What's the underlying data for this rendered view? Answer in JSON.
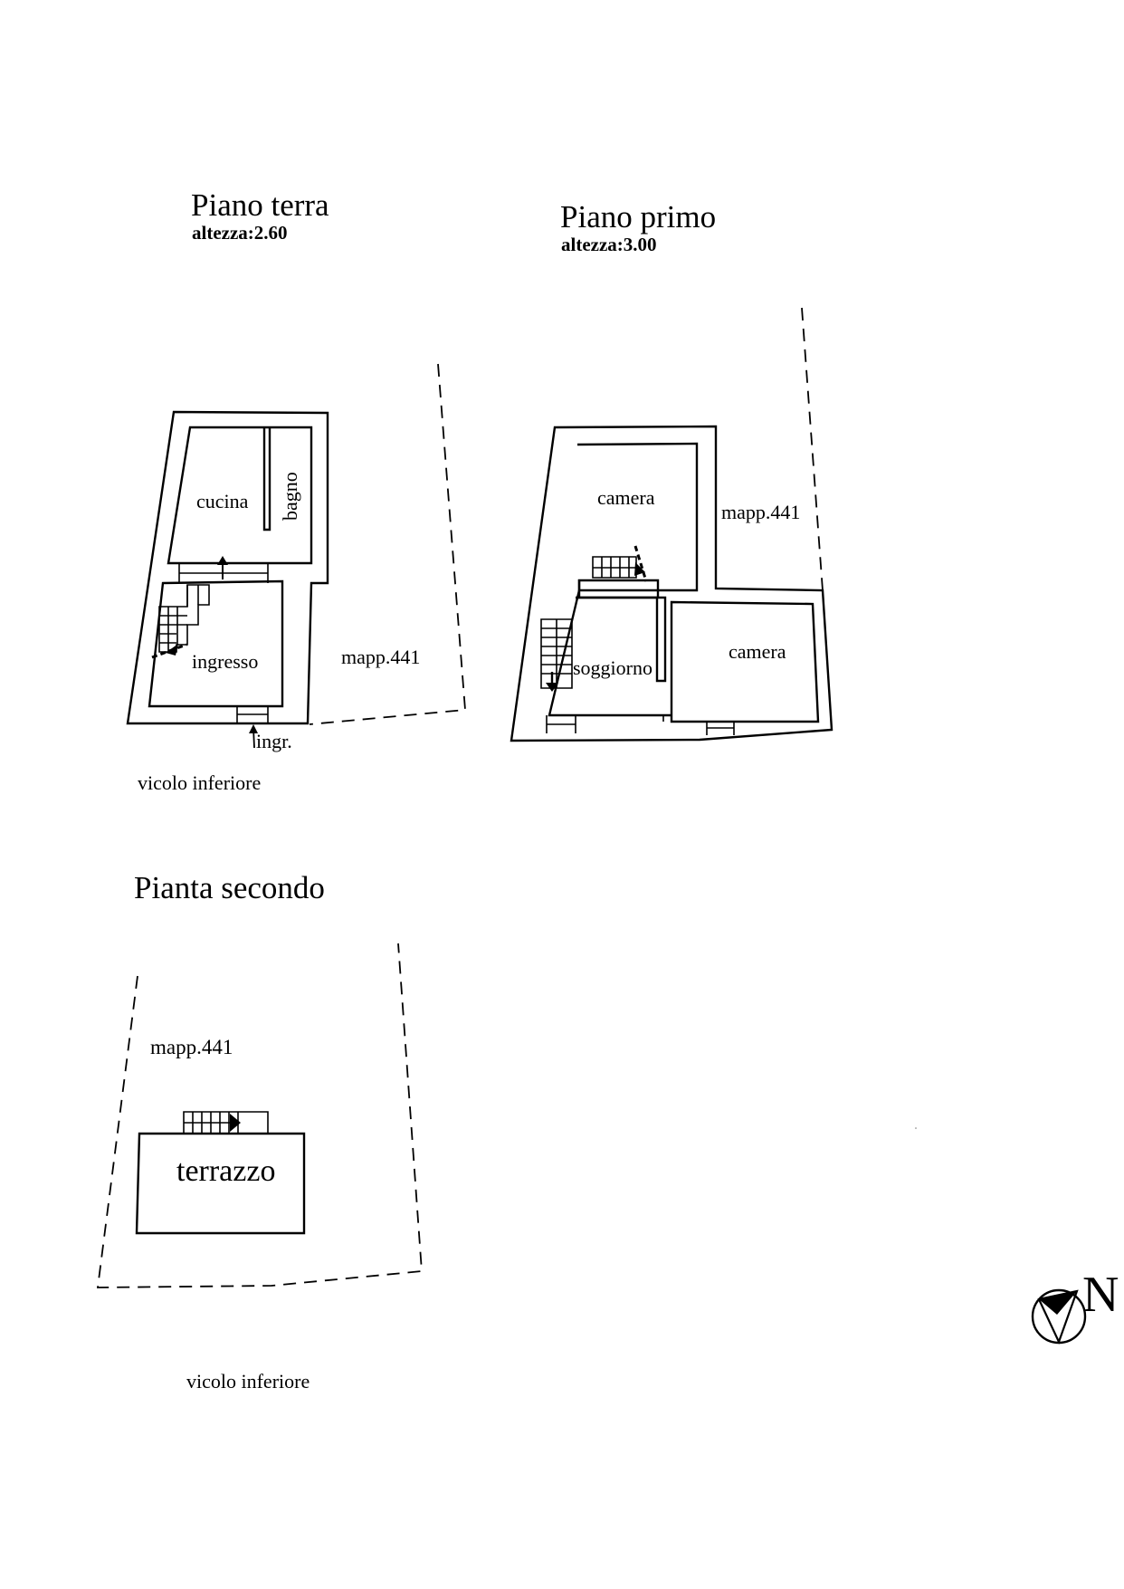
{
  "ground_floor": {
    "title": "Piano terra",
    "height_label": "altezza:2.60",
    "rooms": {
      "kitchen": "cucina",
      "bathroom": "bagno",
      "entrance": "ingresso"
    },
    "parcel_label": "mapp.441",
    "entry_label": "ingr.",
    "street_label": "vicolo inferiore"
  },
  "first_floor": {
    "title": "Piano primo",
    "height_label": "altezza:3.00",
    "rooms": {
      "bedroom_top": "camera",
      "living": "soggiorno",
      "bedroom_right": "camera"
    },
    "parcel_label": "mapp.441"
  },
  "second_floor": {
    "title": "Pianta secondo",
    "parcel_label": "mapp.441",
    "terrace": "terrazzo",
    "street_label": "vicolo inferiore"
  },
  "compass": {
    "letter": "N"
  }
}
